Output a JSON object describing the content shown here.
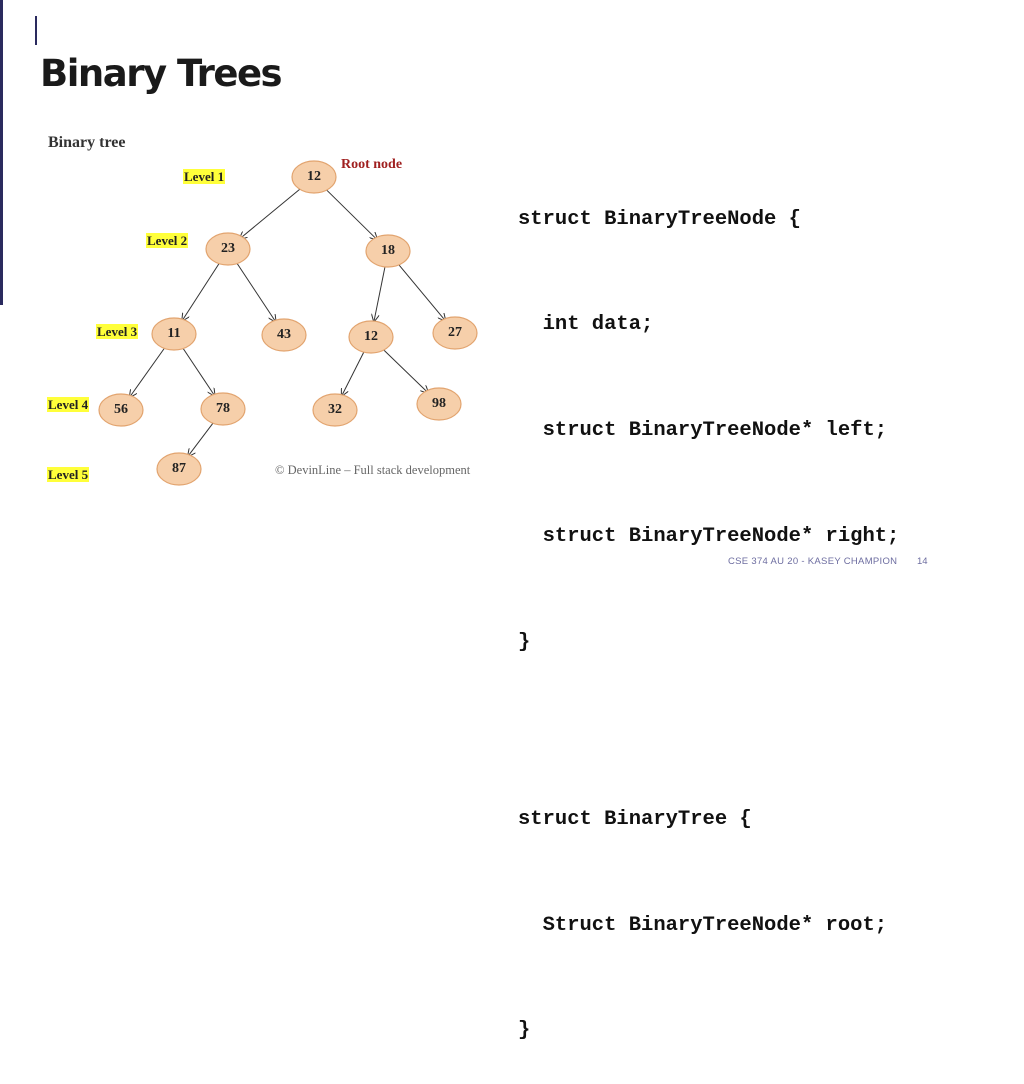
{
  "slide": {
    "title": "Binary Trees",
    "footer": "CSE 374 AU 20 - KASEY CHAMPION",
    "page_number": "14"
  },
  "figure": {
    "title": "Binary tree",
    "root_label": "Root node",
    "copyright": "© DevinLine – Full stack development",
    "levels": [
      "Level 1",
      "Level 2",
      "Level 3",
      "Level 4",
      "Level 5"
    ],
    "nodes": [
      "12",
      "23",
      "18",
      "11",
      "43",
      "12",
      "27",
      "56",
      "78",
      "32",
      "98",
      "87"
    ],
    "node_fill": "#f6cfaa",
    "node_stroke": "#e2a46f"
  },
  "code": {
    "lines": [
      "struct BinaryTreeNode {",
      "  int data;",
      "  struct BinaryTreeNode* left;",
      "  struct BinaryTreeNode* right;",
      "}",
      "",
      "struct BinaryTree {",
      "  Struct BinaryTreeNode* root;",
      "}"
    ]
  }
}
